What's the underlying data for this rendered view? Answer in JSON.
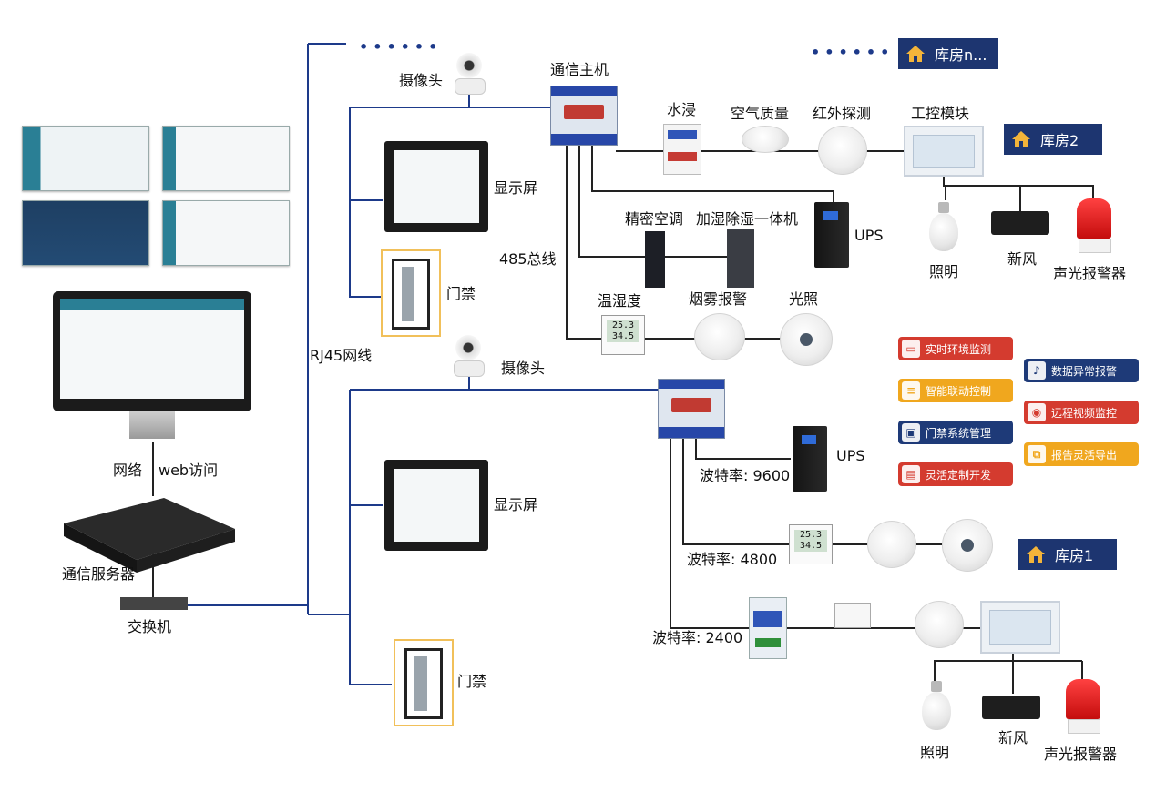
{
  "labels": {
    "camera_top": "摄像头",
    "camera_mid": "摄像头",
    "gateway": "通信主机",
    "display_top": "显示屏",
    "display_mid": "显示屏",
    "door_top": "门禁",
    "door_bottom": "门禁",
    "bus485": "485总线",
    "rj45": "RJ45网线",
    "water": "水浸",
    "air_quality": "空气质量",
    "infrared": "红外探测",
    "io_module": "工控模块",
    "precision_ac": "精密空调",
    "humid": "加湿除湿一体机",
    "ups_top": "UPS",
    "ups_mid": "UPS",
    "temp_humidity": "温湿度",
    "smoke": "烟雾报警",
    "light_sensor": "光照",
    "lighting_top": "照明",
    "fresh_air_top": "新风",
    "alarm_top": "声光报警器",
    "lighting_bottom": "照明",
    "fresh_air_bottom": "新风",
    "alarm_bottom": "声光报警器",
    "network": "网络",
    "web_access": "web访问",
    "comm_server": "通信服务器",
    "switch": "交换机",
    "baud_9600": "波特率: 9600",
    "baud_4800": "波特率: 4800",
    "baud_2400": "波特率: 2400"
  },
  "rooms": {
    "room_n": "库房n...",
    "room_2": "库房2",
    "room_1": "库房1"
  },
  "dots": "••••••",
  "features": [
    {
      "text": "实时环境监测",
      "color": "#d43b2f",
      "icon": "monitor-icon"
    },
    {
      "text": "数据异常报警",
      "color": "#1e3a78",
      "icon": "bell-icon"
    },
    {
      "text": "智能联动控制",
      "color": "#f0a71e",
      "icon": "sliders-icon"
    },
    {
      "text": "远程视频监控",
      "color": "#d43b2f",
      "icon": "video-icon"
    },
    {
      "text": "门禁系统管理",
      "color": "#1e3a78",
      "icon": "badge-icon"
    },
    {
      "text": "报告灵活导出",
      "color": "#f0a71e",
      "icon": "export-icon"
    },
    {
      "text": "灵活定制开发",
      "color": "#d43b2f",
      "icon": "code-icon"
    }
  ],
  "colors": {
    "wire": "#1d3a8a",
    "wire_dark": "#222222",
    "room_badge": "#1d3570"
  },
  "sensor_readings": {
    "temp": "25.3",
    "humidity": "34.5"
  }
}
